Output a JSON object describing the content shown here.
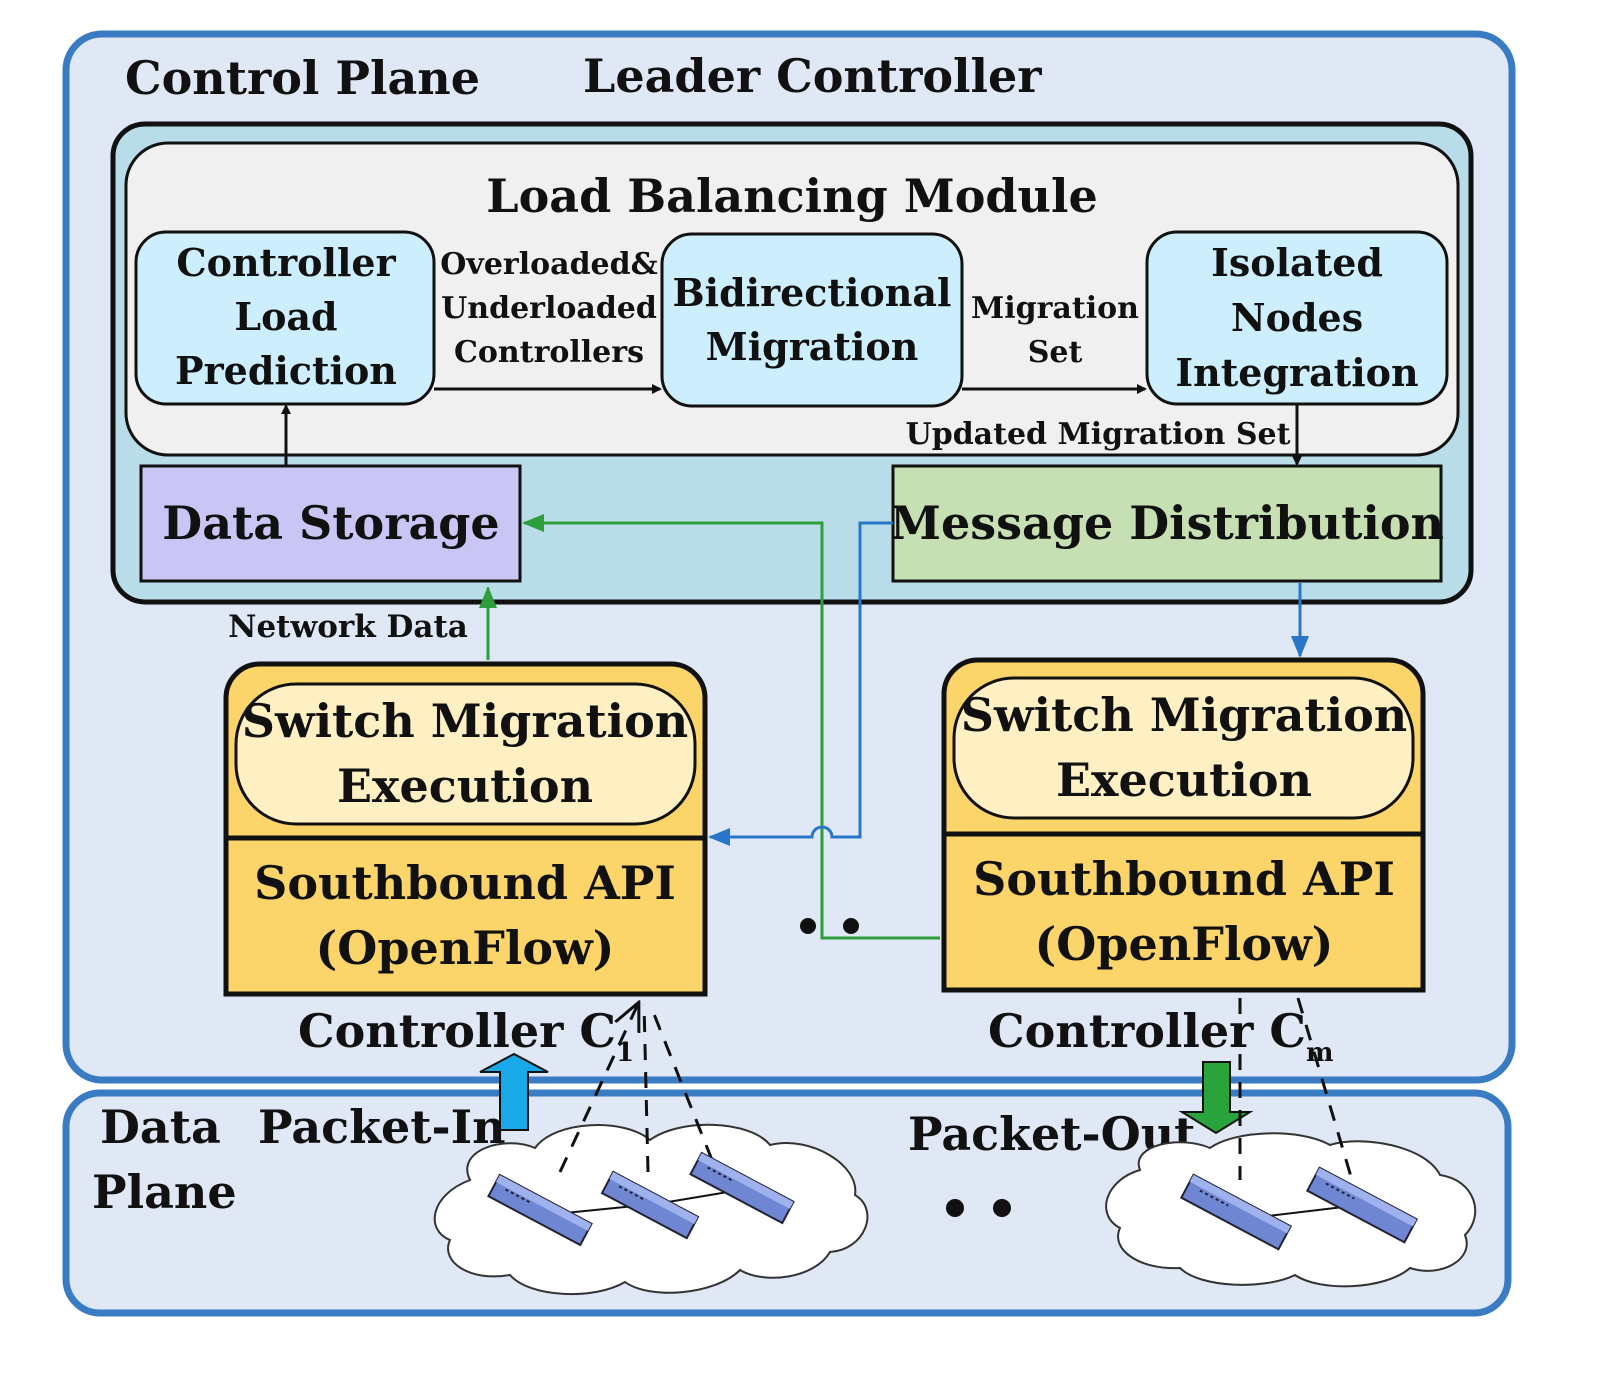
{
  "control_plane": {
    "label": "Control Plane"
  },
  "leader_controller": {
    "label": "Leader Controller"
  },
  "load_balancing_module": {
    "title": "Load Balancing Module",
    "controller_load_prediction": [
      "Controller",
      "Load",
      "Prediction"
    ],
    "overloaded_underloaded_label": [
      "Overloaded&",
      "Underloaded",
      "Controllers"
    ],
    "bidirectional_migration": [
      "Bidirectional",
      "Migration"
    ],
    "migration_set_label": [
      "Migration",
      "Set"
    ],
    "isolated_nodes_integration": [
      "Isolated",
      "Nodes",
      "Integration"
    ],
    "updated_migration_set_label": "Updated Migration Set"
  },
  "data_storage": {
    "label": "Data Storage"
  },
  "message_distribution": {
    "label": "Message Distribution"
  },
  "network_data_label": "Network Data",
  "controllers": [
    {
      "switch_migration_execution": [
        "Switch Migration",
        "Execution"
      ],
      "southbound_api": [
        "Southbound API",
        "(OpenFlow)"
      ],
      "name": "Controller C",
      "subscript": "1"
    },
    {
      "switch_migration_execution": [
        "Switch Migration",
        "Execution"
      ],
      "southbound_api": [
        "Southbound API",
        "(OpenFlow)"
      ],
      "name": "Controller C",
      "subscript": "m"
    }
  ],
  "data_plane": {
    "label": [
      "Data",
      "Plane"
    ]
  },
  "packet_in_label": "Packet-In",
  "packet_out_label": "Packet-Out",
  "colors": {
    "plane_fill": "#dfe8f4",
    "plane_stroke": "#3a7cc4",
    "leader_fill": "#b9dde8",
    "module_fill": "#f0f0f0",
    "sub_box_fill": "#cdeefc",
    "data_storage_fill": "#c9c6f5",
    "message_distribution_fill": "#c6e0b4",
    "sme_fill": "#fff0c4",
    "southbound_fill": "#fcd56a",
    "green_arrow": "#2e9e3c",
    "blue_arrow": "#2876c8",
    "packet_in_arrow": "#1aa9e8",
    "packet_out_arrow": "#29a33b",
    "switch_fill": "#6f86d2"
  }
}
